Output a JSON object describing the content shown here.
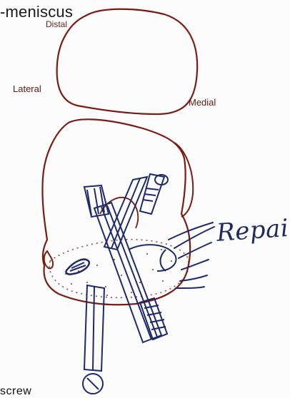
{
  "labels": {
    "top_title": "-meniscus",
    "distal": "Distal",
    "lateral": "Lateral",
    "medial": "Medial",
    "repair": "Repair",
    "bottom_cut": "screw"
  },
  "colors": {
    "bone_outline": "#7a1c12",
    "graft_outline": "#1d2a6b",
    "handwriting": "#1d2a5f",
    "label_text": "#5b1a12"
  }
}
